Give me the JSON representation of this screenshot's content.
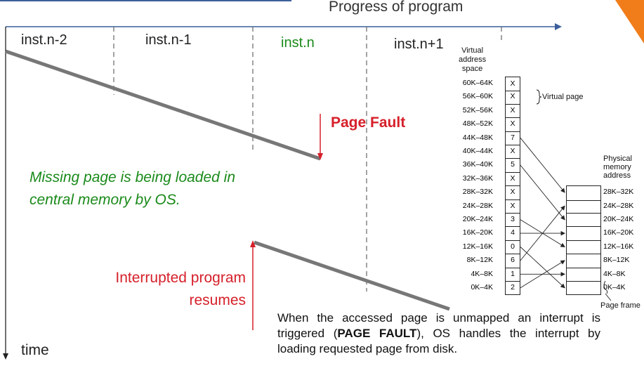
{
  "title": "Progress of program",
  "instructions": [
    "inst.n-2",
    "inst.n-1",
    "inst.n",
    "inst.n+1"
  ],
  "page_fault_label": "Page Fault",
  "missing_page_text": "Missing page is being loaded in central memory by OS.",
  "resume_text": "Interrupted program resumes",
  "time_label": "time",
  "note": {
    "text_1": "When the accessed page is unmapped an interrupt is triggered (",
    "bold": "PAGE FAULT",
    "text_2": "), OS handles the interrupt by loading requested page from disk."
  },
  "figure": {
    "virtual_header": [
      "Virtual",
      "address",
      "space"
    ],
    "virtual_page_label": "Virtual page",
    "physical_header": [
      "Physical",
      "memory",
      "address"
    ],
    "page_frame_label": "Page frame",
    "virtual_ranges": [
      "60K–64K",
      "56K–60K",
      "52K–56K",
      "48K–52K",
      "44K–48K",
      "40K–44K",
      "36K–40K",
      "32K–36K",
      "28K–32K",
      "24K–28K",
      "20K–24K",
      "16K–20K",
      "12K–16K",
      "8K–12K",
      "4K–8K",
      "0K–4K"
    ],
    "page_entries": [
      "X",
      "X",
      "X",
      "X",
      "7",
      "X",
      "5",
      "X",
      "X",
      "X",
      "3",
      "4",
      "0",
      "6",
      "1",
      "2"
    ],
    "physical_ranges": [
      "28K–32K",
      "24K–28K",
      "20K–24K",
      "16K–20K",
      "12K–16K",
      "8K–12K",
      "4K–8K",
      "0K–4K"
    ]
  },
  "colors": {
    "accent": "#d6202a",
    "green": "#1a8a1a",
    "orange": "#f07d1a",
    "axis": "#3b5f9a"
  }
}
